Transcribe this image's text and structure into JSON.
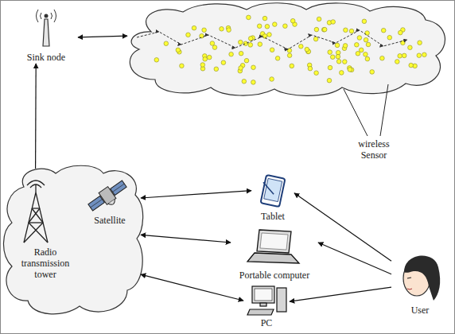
{
  "diagram": {
    "nodes": [
      {
        "text": [
          "Sink node"
        ]
      },
      {
        "text": [
          "wireless Sensor"
        ]
      },
      {
        "text": [
          "Radio transmission tower",
          "Satellite"
        ]
      },
      {
        "text": [
          "Tablet"
        ]
      },
      {
        "text": [
          "Portable computer"
        ]
      },
      {
        "text": [
          "PC"
        ]
      },
      {
        "text": [
          "User"
        ]
      }
    ],
    "edges": [
      {
        "from": 0,
        "to": 1,
        "arrow": "both"
      },
      {
        "from": 2,
        "to": 0,
        "arrow": "to"
      },
      {
        "from": 2,
        "to": 3,
        "arrow": "both"
      },
      {
        "from": 2,
        "to": 4,
        "arrow": "both"
      },
      {
        "from": 2,
        "to": 5,
        "arrow": "both"
      },
      {
        "from": 6,
        "to": 3,
        "arrow": "to"
      },
      {
        "from": 6,
        "to": 4,
        "arrow": "to"
      },
      {
        "from": 6,
        "to": 5,
        "arrow": "to"
      }
    ]
  }
}
